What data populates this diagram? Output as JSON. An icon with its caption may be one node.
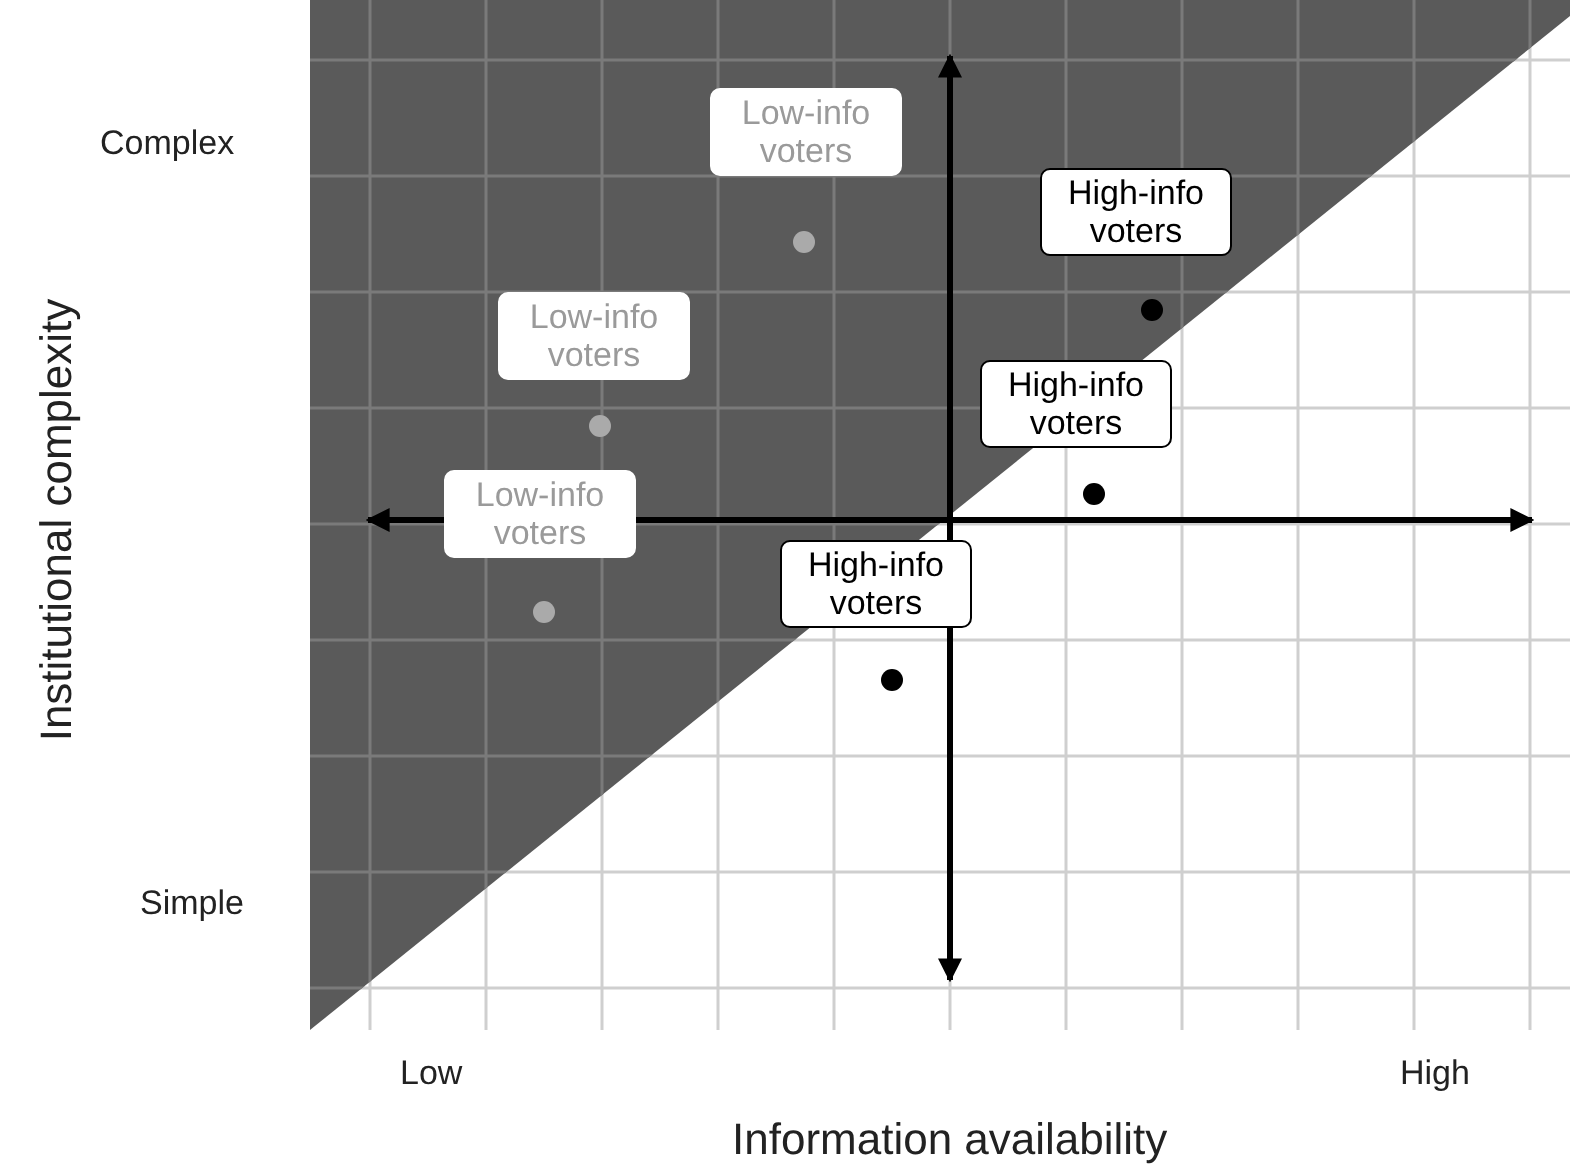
{
  "diagram": {
    "nodes": [
      {
        "text": [
          "Low-info voters"
        ]
      },
      {
        "text": [
          "High-info voters"
        ]
      },
      {
        "text": [
          "Low-info voters"
        ]
      },
      {
        "text": [
          "High-info voters"
        ]
      },
      {
        "text": [
          "Low-info voters"
        ]
      },
      {
        "text": [
          "High-info voters"
        ]
      }
    ],
    "edges": [],
    "labels": [
      "Complex",
      "Simple",
      "Low",
      "High",
      "Institutional complexity",
      "Information availability"
    ]
  }
}
